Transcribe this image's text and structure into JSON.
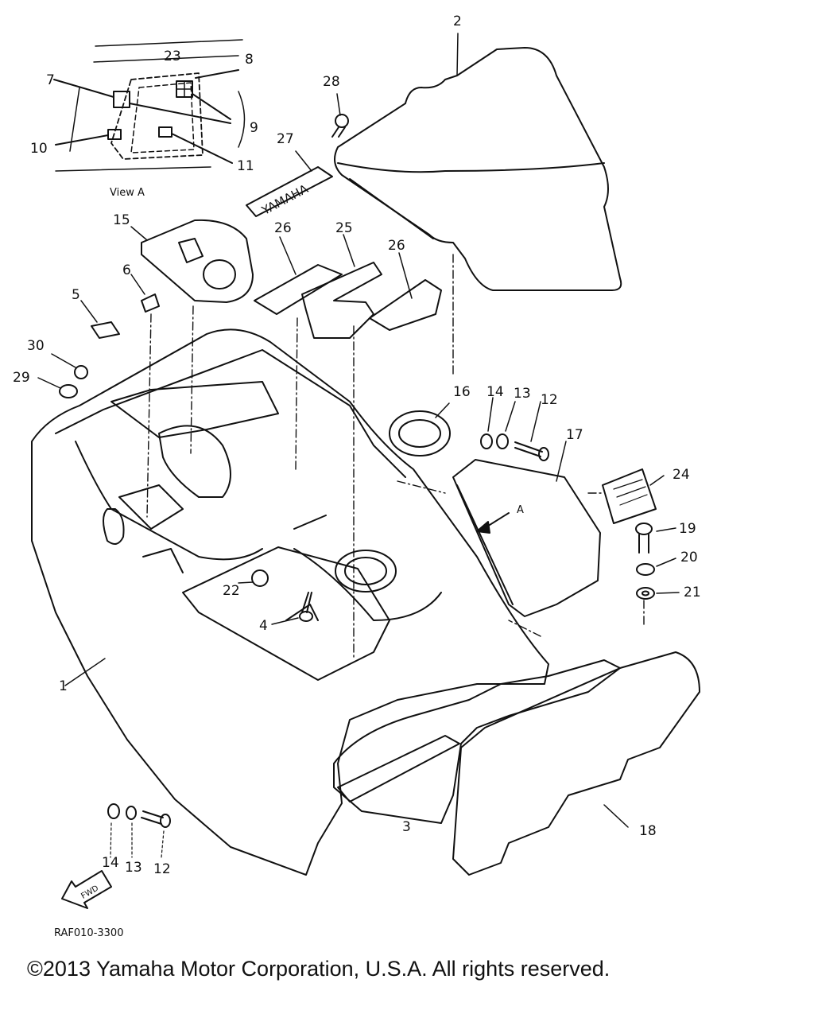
{
  "diagram": {
    "view_label": "View A",
    "drawing_code": "RAF010-3300",
    "fwd_label": "FWD",
    "emblem_text": "YAMAHA",
    "direction_label": "A",
    "callouts": [
      {
        "id": "c1",
        "label": "1"
      },
      {
        "id": "c2",
        "label": "2"
      },
      {
        "id": "c3",
        "label": "3"
      },
      {
        "id": "c4",
        "label": "4"
      },
      {
        "id": "c5",
        "label": "5"
      },
      {
        "id": "c6",
        "label": "6"
      },
      {
        "id": "c7",
        "label": "7"
      },
      {
        "id": "c8",
        "label": "8"
      },
      {
        "id": "c9",
        "label": "9"
      },
      {
        "id": "c10",
        "label": "10"
      },
      {
        "id": "c11",
        "label": "11"
      },
      {
        "id": "c12a",
        "label": "12"
      },
      {
        "id": "c12b",
        "label": "12"
      },
      {
        "id": "c13a",
        "label": "13"
      },
      {
        "id": "c13b",
        "label": "13"
      },
      {
        "id": "c14a",
        "label": "14"
      },
      {
        "id": "c14b",
        "label": "14"
      },
      {
        "id": "c15",
        "label": "15"
      },
      {
        "id": "c16",
        "label": "16"
      },
      {
        "id": "c17",
        "label": "17"
      },
      {
        "id": "c18",
        "label": "18"
      },
      {
        "id": "c19",
        "label": "19"
      },
      {
        "id": "c20",
        "label": "20"
      },
      {
        "id": "c21",
        "label": "21"
      },
      {
        "id": "c22",
        "label": "22"
      },
      {
        "id": "c23",
        "label": "23"
      },
      {
        "id": "c24",
        "label": "24"
      },
      {
        "id": "c25",
        "label": "25"
      },
      {
        "id": "c26a",
        "label": "26"
      },
      {
        "id": "c26b",
        "label": "26"
      },
      {
        "id": "c27",
        "label": "27"
      },
      {
        "id": "c28",
        "label": "28"
      },
      {
        "id": "c29",
        "label": "29"
      },
      {
        "id": "c30",
        "label": "30"
      }
    ]
  },
  "footer": {
    "copyright": "©2013 Yamaha Motor Corporation, U.S.A. All rights reserved."
  }
}
